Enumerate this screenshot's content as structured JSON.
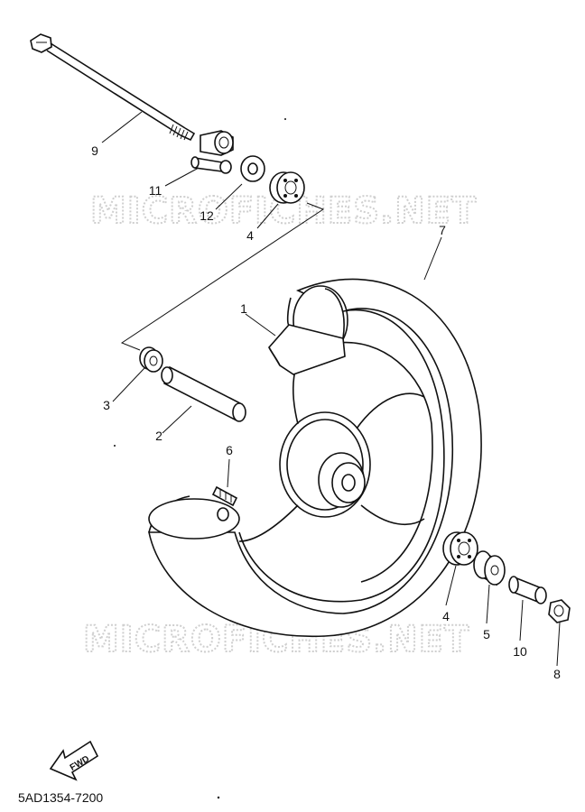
{
  "watermark": {
    "text": "MICROFICHES.NET"
  },
  "callouts": {
    "c1": "1",
    "c2": "2",
    "c3": "3",
    "c4a": "4",
    "c4b": "4",
    "c5": "5",
    "c6": "6",
    "c7": "7",
    "c8": "8",
    "c9": "9",
    "c10": "10",
    "c11": "11",
    "c12": "12"
  },
  "fwd_label": "FWD",
  "diagram_code": "5AD1354-7200"
}
